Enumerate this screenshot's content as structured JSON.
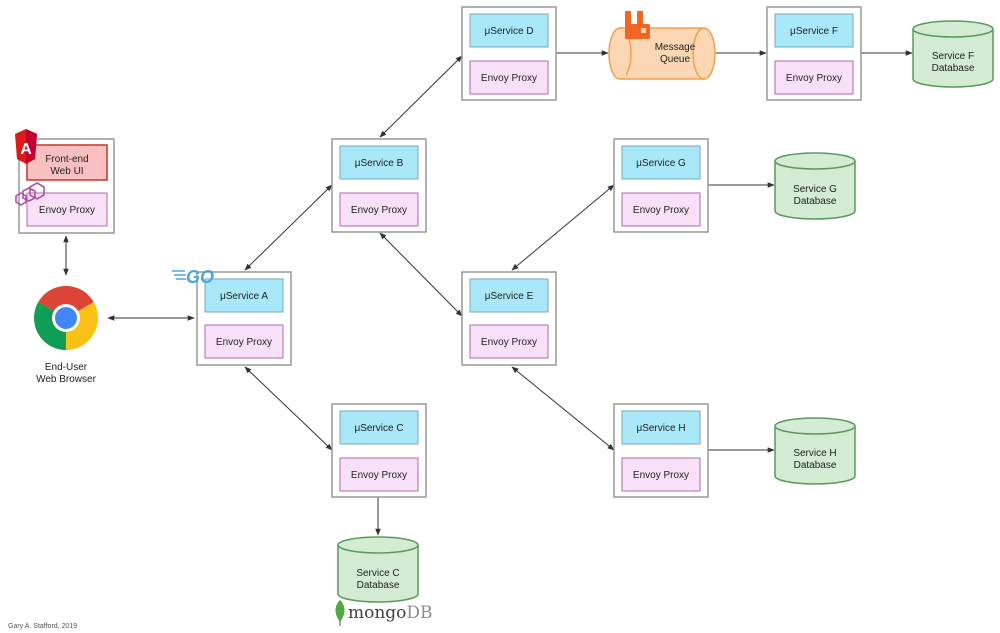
{
  "frontend": {
    "app": "Front-end\nWeb UI",
    "proxy": "Envoy Proxy"
  },
  "browser": {
    "label": "End-User\nWeb Browser"
  },
  "services": {
    "a": {
      "name": "μService A",
      "proxy": "Envoy Proxy"
    },
    "b": {
      "name": "μService B",
      "proxy": "Envoy Proxy"
    },
    "c": {
      "name": "μService C",
      "proxy": "Envoy Proxy"
    },
    "d": {
      "name": "μService D",
      "proxy": "Envoy Proxy"
    },
    "e": {
      "name": "μService E",
      "proxy": "Envoy Proxy"
    },
    "f": {
      "name": "μService F",
      "proxy": "Envoy Proxy"
    },
    "g": {
      "name": "μService G",
      "proxy": "Envoy Proxy"
    },
    "h": {
      "name": "μService H",
      "proxy": "Envoy Proxy"
    }
  },
  "queue": {
    "label": "Message\nQueue"
  },
  "databases": {
    "c": "Service C\nDatabase",
    "f": "Service F\nDatabase",
    "g": "Service G\nDatabase",
    "h": "Service H\nDatabase"
  },
  "logos": {
    "go": "GO",
    "mongo_a": "mongo",
    "mongo_b": "DB",
    "angular": "A"
  },
  "footer": {
    "credit": "Gary A. Stafford, 2019"
  },
  "colors": {
    "service_fill": "#a8e8f8",
    "proxy_fill": "#f8e0f8",
    "frontend_fill": "#f8c0c0",
    "db_fill": "#d4ebd4",
    "queue_fill": "#fbd7b3"
  }
}
